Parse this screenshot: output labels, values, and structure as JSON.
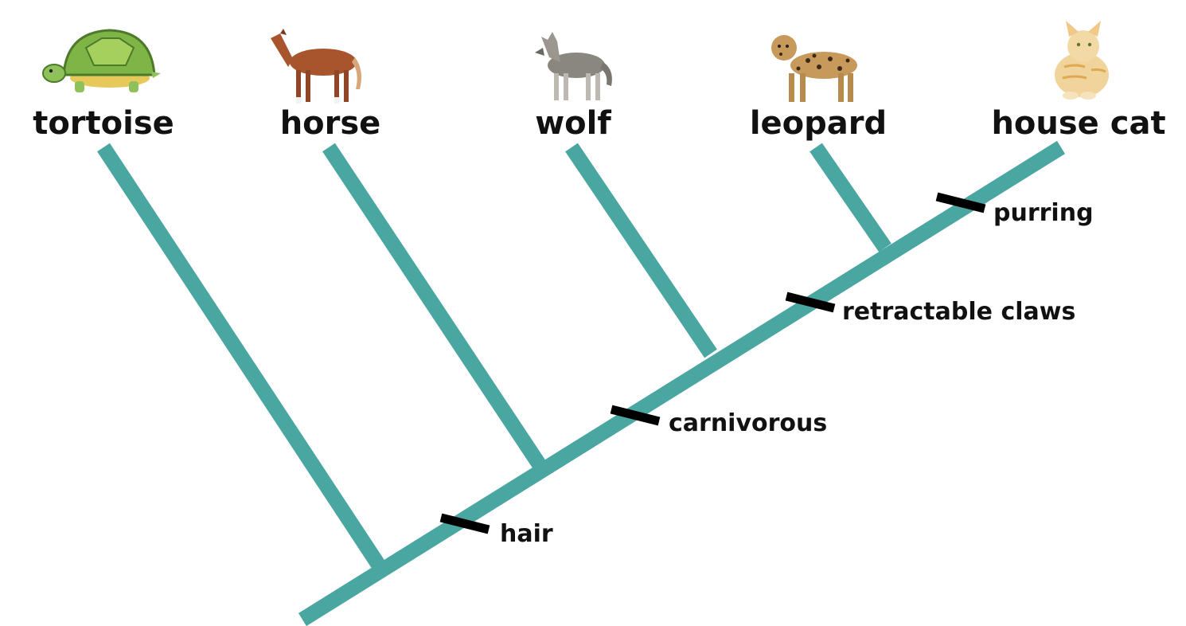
{
  "colors": {
    "branch": "#4aa6a0",
    "trait_mark": "#000000",
    "text": "#111111"
  },
  "taxa": [
    {
      "label": "tortoise",
      "icon": "tortoise-icon"
    },
    {
      "label": "horse",
      "icon": "horse-icon"
    },
    {
      "label": "wolf",
      "icon": "wolf-icon"
    },
    {
      "label": "leopard",
      "icon": "leopard-icon"
    },
    {
      "label": "house cat",
      "icon": "house-cat-icon"
    }
  ],
  "traits": [
    {
      "label": "hair"
    },
    {
      "label": "carnivorous"
    },
    {
      "label": "retractable claws"
    },
    {
      "label": "purring"
    }
  ]
}
